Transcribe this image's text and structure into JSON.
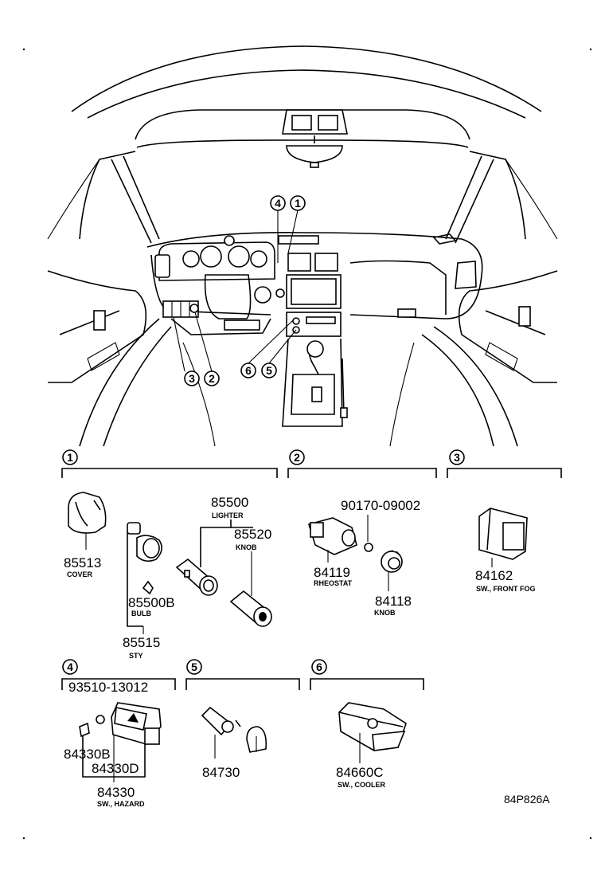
{
  "overview": {
    "callouts": [
      "4",
      "1",
      "3",
      "2",
      "6",
      "5"
    ]
  },
  "sections": [
    {
      "num": "1"
    },
    {
      "num": "2"
    },
    {
      "num": "3"
    },
    {
      "num": "4"
    },
    {
      "num": "5"
    },
    {
      "num": "6"
    }
  ],
  "parts": {
    "p85513": {
      "number": "85513",
      "desc": "COVER"
    },
    "p85500": {
      "number": "85500",
      "desc": "LIGHTER"
    },
    "p85520": {
      "number": "85520",
      "desc": "KNOB"
    },
    "p85500B": {
      "number": "85500B",
      "desc": "BULB"
    },
    "p85515": {
      "number": "85515",
      "desc": "STY"
    },
    "p90170": {
      "number": "90170-09002"
    },
    "p84119": {
      "number": "84119",
      "desc": "RHEOSTAT"
    },
    "p84118": {
      "number": "84118",
      "desc": "KNOB"
    },
    "p84162": {
      "number": "84162",
      "desc": "SW., FRONT FOG"
    },
    "p93510": {
      "number": "93510-13012"
    },
    "p84330B": {
      "number": "84330B"
    },
    "p84330D": {
      "number": "84330D"
    },
    "p84330": {
      "number": "84330",
      "desc": "SW., HAZARD"
    },
    "p84730": {
      "number": "84730"
    },
    "p84660C": {
      "number": "84660C",
      "desc": "SW., COOLER"
    }
  },
  "figure_code": "84P826A"
}
